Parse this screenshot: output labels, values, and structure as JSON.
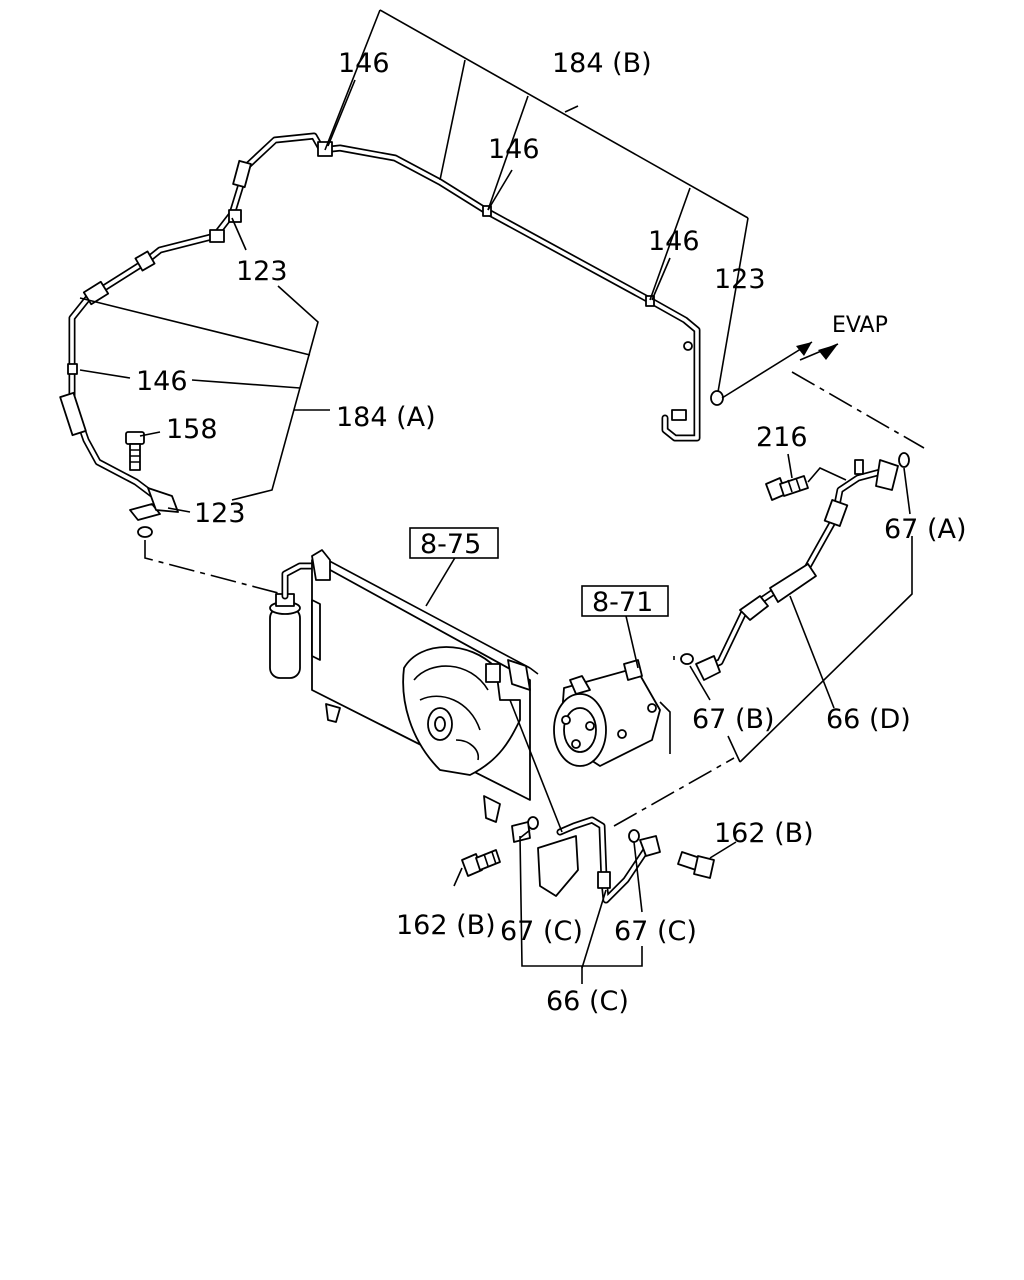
{
  "labels": {
    "l146_top": "146",
    "l184b": "184 (B)",
    "l146_mid": "146",
    "l146_right": "146",
    "l123_right": "123",
    "evap": "EVAP",
    "l123_left": "123",
    "l146_left": "146",
    "l184a": "184 (A)",
    "l158": "158",
    "l123_low": "123",
    "l216": "216",
    "l67a": "67 (A)",
    "box875": "8-75",
    "box871": "8-71",
    "l67b": "67 (B)",
    "l66d": "66 (D)",
    "l162b_right": "162 (B)",
    "l162b_left": "162 (B)",
    "l67c_left": "67 (C)",
    "l67c_right": "67 (C)",
    "l66c": "66 (C)"
  }
}
